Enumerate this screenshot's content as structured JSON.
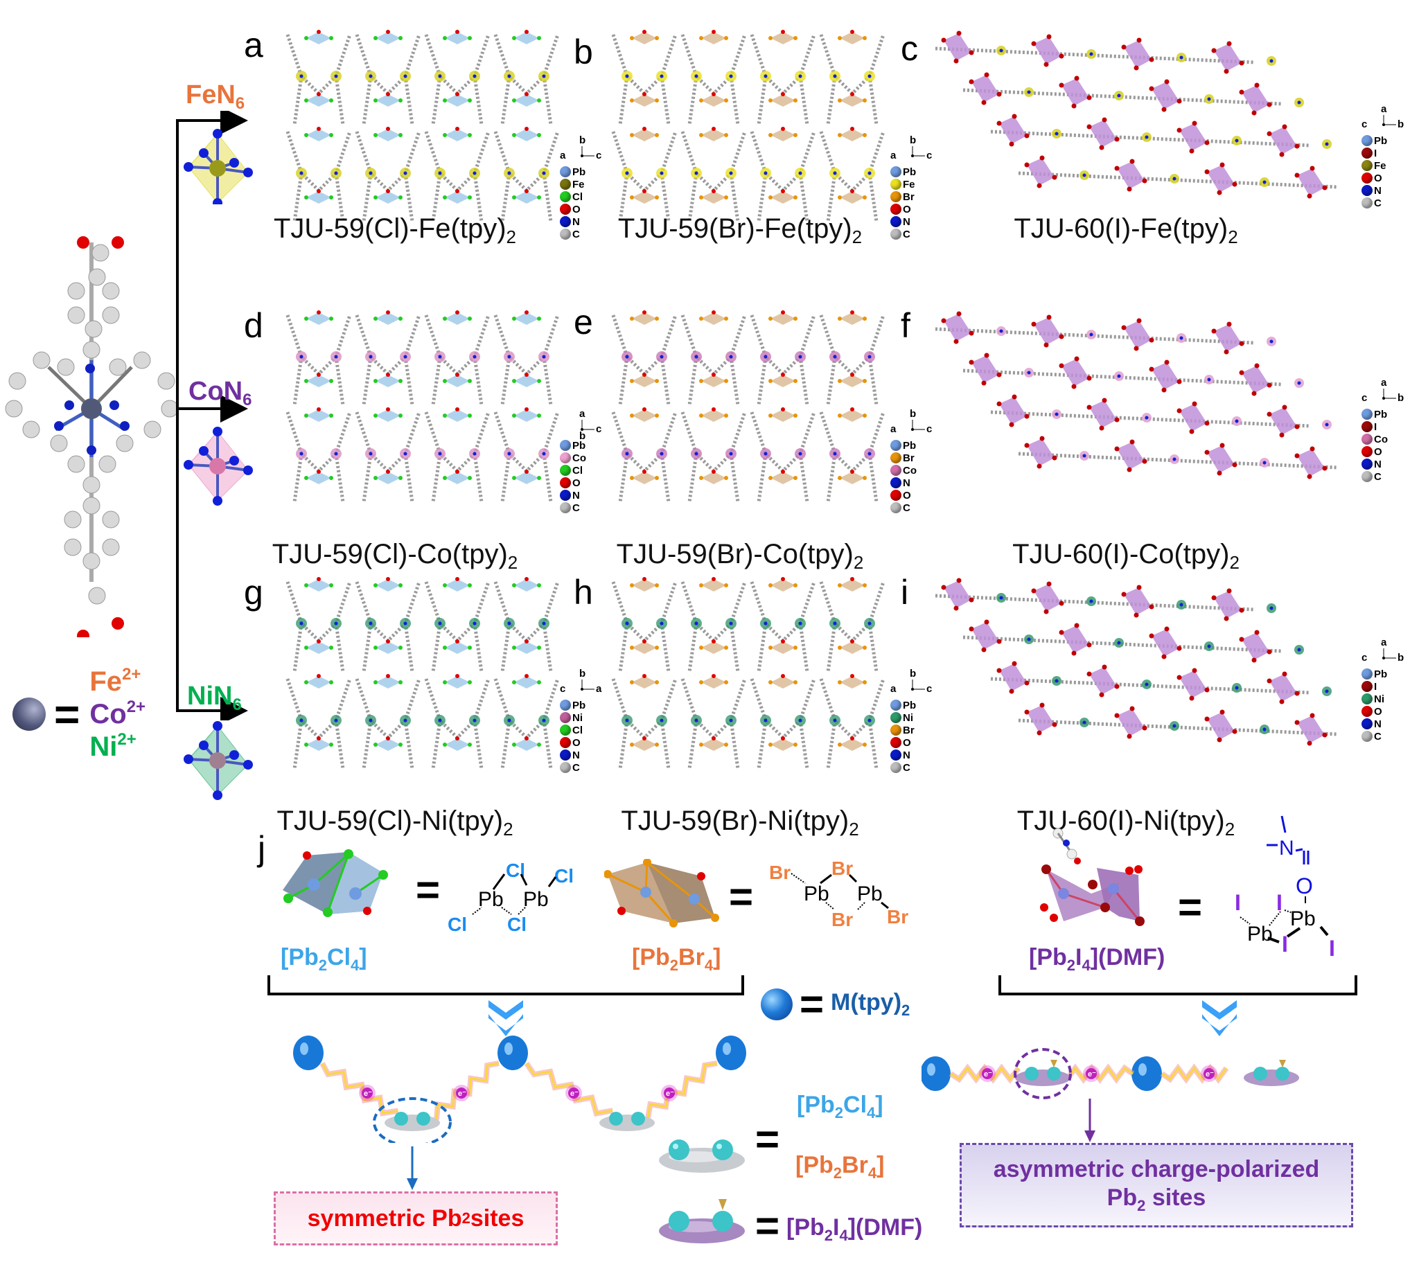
{
  "figure": {
    "ligand_panel": {
      "metal_legend_eq": "=",
      "metal_ions": [
        {
          "label": "Fe",
          "charge": "2+",
          "color": "#E8743B"
        },
        {
          "label": "Co",
          "charge": "2+",
          "color": "#7030A0"
        },
        {
          "label": "Ni",
          "charge": "2+",
          "color": "#00B050"
        }
      ]
    },
    "coordination_branches": [
      {
        "label": "FeN",
        "sub": "6",
        "color": "#E8743B",
        "poly_color": "#E6E05A",
        "center_color": "#9A9A1A"
      },
      {
        "label": "CoN",
        "sub": "6",
        "color": "#7030A0",
        "poly_color": "#F0A8D0",
        "center_color": "#D878A8"
      },
      {
        "label": "NiN",
        "sub": "6",
        "color": "#00B050",
        "poly_color": "#6CC49A",
        "center_color": "#A08090"
      }
    ],
    "panels": [
      {
        "letter": "a",
        "caption": "TJU-59(Cl)-Fe(tpy)",
        "sub": "2",
        "axes": {
          "up": "b",
          "left": "a",
          "right": "c"
        },
        "legend": [
          {
            "el": "Pb",
            "color": "#6F9BE0"
          },
          {
            "el": "Fe",
            "color": "#7A7410"
          },
          {
            "el": "Cl",
            "color": "#22CC22"
          },
          {
            "el": "O",
            "color": "#E00000"
          },
          {
            "el": "N",
            "color": "#0A1AC8"
          },
          {
            "el": "C",
            "color": "#BDBDBD"
          }
        ],
        "style": "cl",
        "metal_color": "#D4D020"
      },
      {
        "letter": "b",
        "caption": "TJU-59(Br)-Fe(tpy)",
        "sub": "2",
        "axes": {
          "up": "b",
          "left": "a",
          "right": "c"
        },
        "legend": [
          {
            "el": "Pb",
            "color": "#6F9BE0"
          },
          {
            "el": "Fe",
            "color": "#E8E020"
          },
          {
            "el": "Br",
            "color": "#E8940A"
          },
          {
            "el": "O",
            "color": "#E00000"
          },
          {
            "el": "N",
            "color": "#0A1AC8"
          },
          {
            "el": "C",
            "color": "#BDBDBD"
          }
        ],
        "style": "br",
        "metal_color": "#E8E020"
      },
      {
        "letter": "c",
        "caption": "TJU-60(I)-Fe(tpy)",
        "sub": "2",
        "axes": {
          "up": "a",
          "left": "c",
          "right": "b"
        },
        "legend": [
          {
            "el": "Pb",
            "color": "#6F9BE0"
          },
          {
            "el": "I",
            "color": "#9A0A0A"
          },
          {
            "el": "Fe",
            "color": "#8A8412"
          },
          {
            "el": "O",
            "color": "#E00000"
          },
          {
            "el": "N",
            "color": "#0A1AC8"
          },
          {
            "el": "C",
            "color": "#BDBDBD"
          }
        ],
        "style": "i",
        "metal_color": "#D4D020"
      },
      {
        "letter": "d",
        "caption": "TJU-59(Cl)-Co(tpy)",
        "sub": "2",
        "axes": {
          "up": "a",
          "left": "",
          "right": "c",
          "down": "b"
        },
        "legend": [
          {
            "el": "Pb",
            "color": "#6F9BE0"
          },
          {
            "el": "Co",
            "color": "#F0A0D0"
          },
          {
            "el": "Cl",
            "color": "#22CC22"
          },
          {
            "el": "O",
            "color": "#E00000"
          },
          {
            "el": "N",
            "color": "#0A1AC8"
          },
          {
            "el": "C",
            "color": "#BDBDBD"
          }
        ],
        "style": "cl",
        "metal_color": "#D890C0"
      },
      {
        "letter": "e",
        "caption": "TJU-59(Br)-Co(tpy)",
        "sub": "2",
        "axes": {
          "up": "b",
          "left": "a",
          "right": "c"
        },
        "legend": [
          {
            "el": "Pb",
            "color": "#6F9BE0"
          },
          {
            "el": "Br",
            "color": "#E8940A"
          },
          {
            "el": "Co",
            "color": "#D070A8"
          },
          {
            "el": "N",
            "color": "#0A1AC8"
          },
          {
            "el": "O",
            "color": "#E00000"
          },
          {
            "el": "C",
            "color": "#BDBDBD"
          }
        ],
        "style": "br",
        "metal_color": "#C878B8"
      },
      {
        "letter": "f",
        "caption": "TJU-60(I)-Co(tpy)",
        "sub": "2",
        "axes": {
          "up": "a",
          "left": "c",
          "right": "b"
        },
        "legend": [
          {
            "el": "Pb",
            "color": "#6F9BE0"
          },
          {
            "el": "I",
            "color": "#9A0A0A"
          },
          {
            "el": "Co",
            "color": "#D070A8"
          },
          {
            "el": "O",
            "color": "#E00000"
          },
          {
            "el": "N",
            "color": "#0A1AC8"
          },
          {
            "el": "C",
            "color": "#BDBDBD"
          }
        ],
        "style": "i",
        "metal_color": "#E0A0D0"
      },
      {
        "letter": "g",
        "caption": "TJU-59(Cl)-Ni(tpy)",
        "sub": "2",
        "axes": {
          "up": "b",
          "left": "c",
          "right": "a"
        },
        "legend": [
          {
            "el": "Pb",
            "color": "#6F9BE0"
          },
          {
            "el": "Ni",
            "color": "#C0609A"
          },
          {
            "el": "Cl",
            "color": "#22CC22"
          },
          {
            "el": "O",
            "color": "#E00000"
          },
          {
            "el": "N",
            "color": "#0A1AC8"
          },
          {
            "el": "C",
            "color": "#BDBDBD"
          }
        ],
        "style": "cl",
        "metal_color": "#3A9A70"
      },
      {
        "letter": "h",
        "caption": "TJU-59(Br)-Ni(tpy)",
        "sub": "2",
        "axes": {
          "up": "b",
          "left": "a",
          "right": "c"
        },
        "legend": [
          {
            "el": "Pb",
            "color": "#6F9BE0"
          },
          {
            "el": "Ni",
            "color": "#2E9A6A"
          },
          {
            "el": "Br",
            "color": "#E8940A"
          },
          {
            "el": "O",
            "color": "#E00000"
          },
          {
            "el": "N",
            "color": "#0A1AC8"
          },
          {
            "el": "C",
            "color": "#BDBDBD"
          }
        ],
        "style": "br",
        "metal_color": "#3A9A70"
      },
      {
        "letter": "i",
        "caption": "TJU-60(I)-Ni(tpy)",
        "sub": "2",
        "axes": {
          "up": "a",
          "left": "c",
          "right": "b"
        },
        "legend": [
          {
            "el": "Pb",
            "color": "#6F9BE0"
          },
          {
            "el": "I",
            "color": "#9A0A0A"
          },
          {
            "el": "Ni",
            "color": "#2E9A6A"
          },
          {
            "el": "O",
            "color": "#E00000"
          },
          {
            "el": "N",
            "color": "#0A1AC8"
          },
          {
            "el": "C",
            "color": "#BDBDBD"
          }
        ],
        "style": "i",
        "metal_color": "#3A9A70"
      }
    ],
    "panel_j": {
      "letter": "j",
      "eq": "=",
      "cl_cluster": {
        "formula_pre": "[Pb",
        "formula_sub1": "2",
        "formula_mid": "Cl",
        "formula_sub2": "4",
        "formula_post": "]",
        "color": "#3DA5E8",
        "structure": {
          "metal": "Pb",
          "halide": "Cl",
          "halide_color": "#1A8CF0"
        }
      },
      "br_cluster": {
        "formula_pre": "[Pb",
        "formula_sub1": "2",
        "formula_mid": "Br",
        "formula_sub2": "4",
        "formula_post": "]",
        "color": "#E8743B",
        "structure": {
          "metal": "Pb",
          "halide": "Br",
          "halide_color": "#F08040"
        }
      },
      "i_cluster": {
        "formula_pre": "[Pb",
        "formula_sub1": "2",
        "formula_mid": "I",
        "formula_sub2": "4",
        "formula_post": "](DMF)",
        "color": "#7030A0",
        "structure": {
          "metal": "Pb",
          "halide": "I",
          "halide_color": "#8A2BE2",
          "dmf_n": "N",
          "dmf_o": "O",
          "dmf_color": "#1010E0"
        }
      },
      "mtpy_legend": {
        "label": "M(tpy)",
        "sub": "2",
        "color": "#1A5EA8",
        "eq": "="
      },
      "symmetric_box": {
        "text_pre": "symmetric Pb",
        "sub": "2",
        "text_post": " sites",
        "color": "#F00000",
        "border": "#D870A8",
        "fill": "#FBE8F0"
      },
      "asymmetric_box": {
        "line1": "asymmetric charge-polarized",
        "line2_pre": "Pb",
        "line2_sub": "2",
        "line2_post": " sites",
        "color": "#7030A0",
        "border": "#6A48A8",
        "fill": "#E4DFF4"
      },
      "site_legend": [
        {
          "eq": "=",
          "labels": [
            {
              "pre": "[Pb",
              "s1": "2",
              "mid": "Cl",
              "s2": "4",
              "post": "]",
              "color": "#3DA5E8"
            },
            {
              "pre": "[Pb",
              "s1": "2",
              "mid": "Br",
              "s2": "4",
              "post": "]",
              "color": "#E8743B"
            }
          ]
        },
        {
          "eq": "=",
          "labels": [
            {
              "pre": "[Pb",
              "s1": "2",
              "mid": "I",
              "s2": "4",
              "post": "](DMF)",
              "color": "#7030A0"
            }
          ]
        }
      ],
      "electron_label": "e⁻"
    }
  }
}
